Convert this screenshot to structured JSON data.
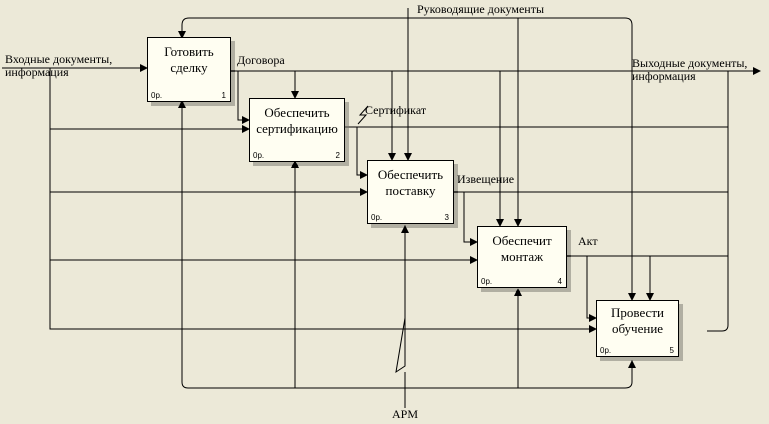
{
  "boxes": [
    {
      "title": "Готовить сделку",
      "cost": "0р.",
      "number": "1"
    },
    {
      "title": "Обеспечить сертификацию",
      "cost": "0р.",
      "number": "2"
    },
    {
      "title": "Обеспечить поставку",
      "cost": "0р.",
      "number": "3"
    },
    {
      "title": "Обеспечит монтаж",
      "cost": "0р.",
      "number": "4"
    },
    {
      "title": "Провести обучение",
      "cost": "0р.",
      "number": "5"
    }
  ],
  "arrows": {
    "control": "Руководящие документы",
    "input": "Входные документы, информация",
    "output": "Выходные документы, информация",
    "mechanism": "АРМ",
    "contracts": "Договора",
    "certificate": "Сертификат",
    "notice": "Извещение",
    "act": "Акт"
  },
  "colors": {
    "background": "#ece9d8",
    "box": "#fffef2",
    "line": "#000000"
  }
}
